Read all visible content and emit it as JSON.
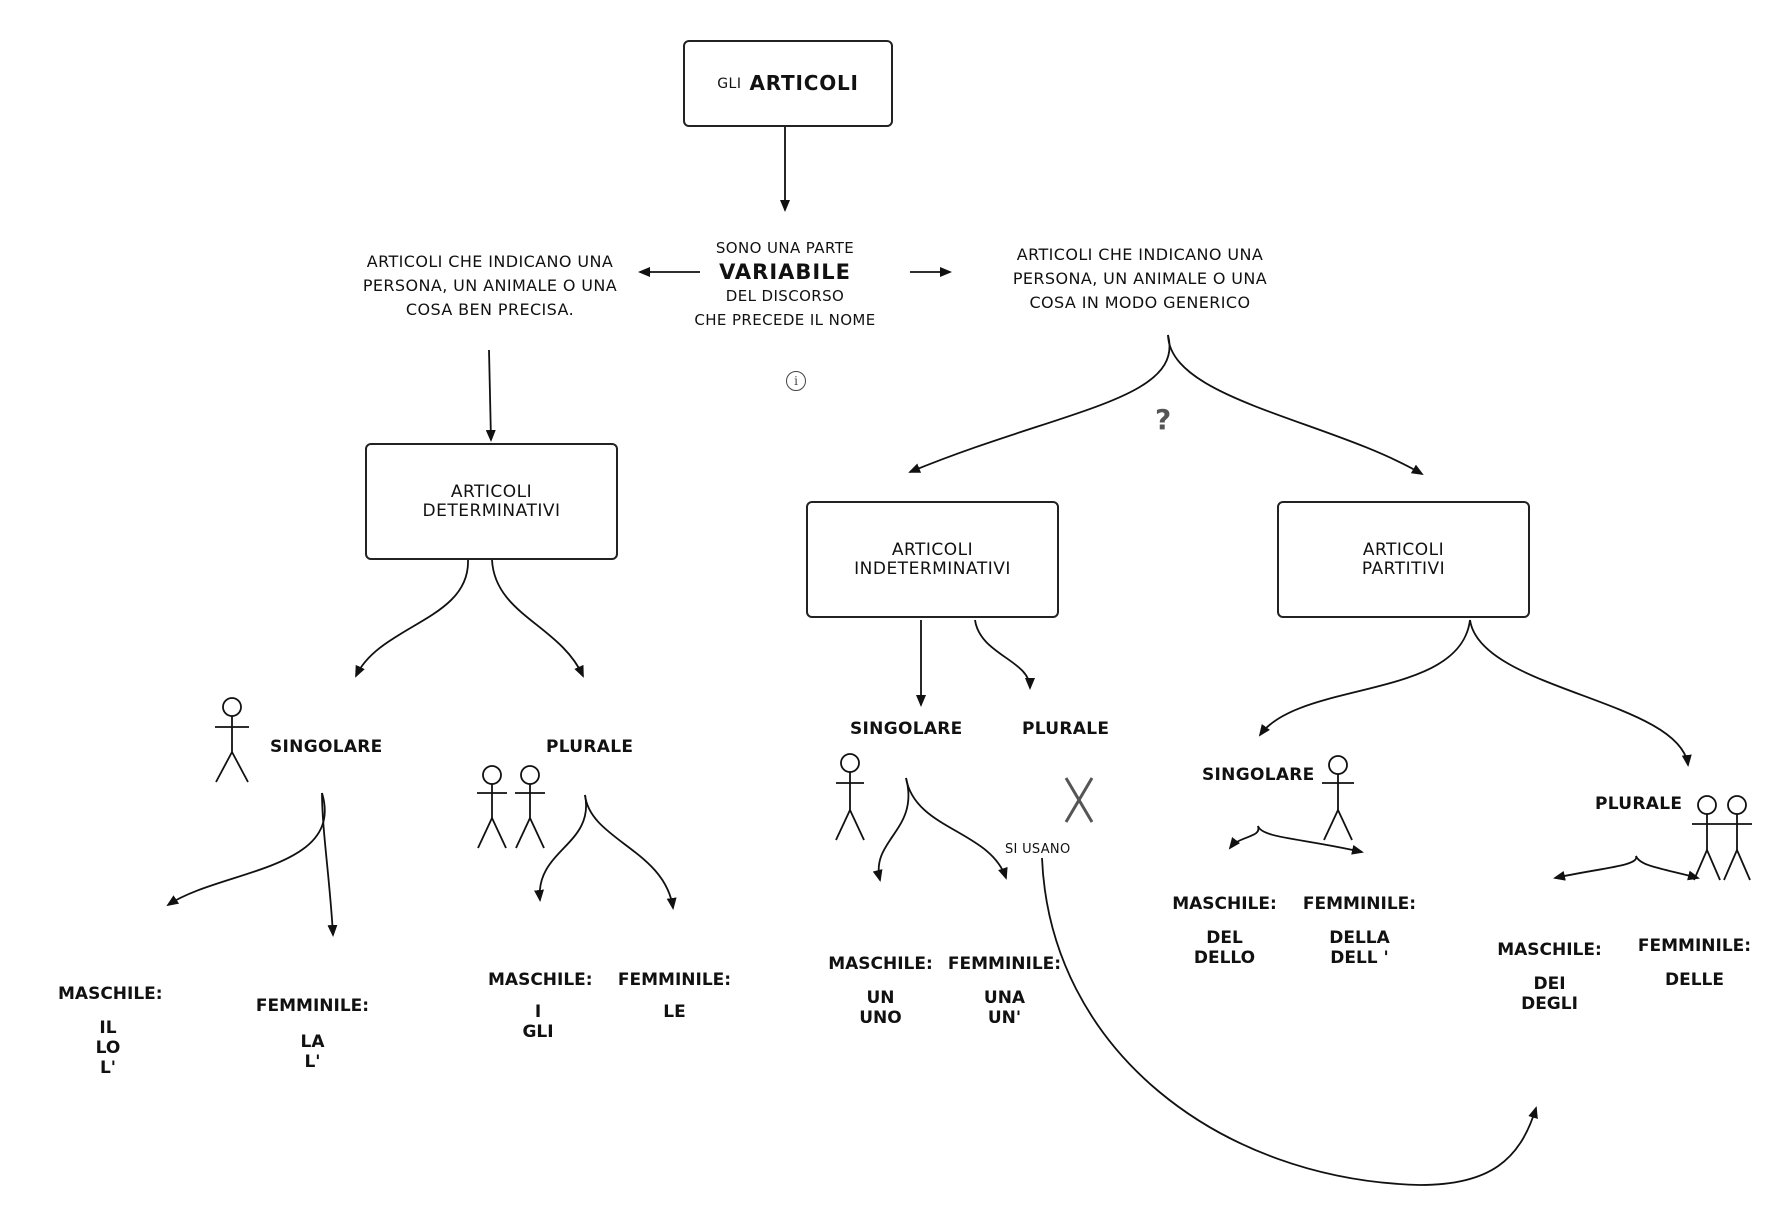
{
  "root": {
    "small": "GLI",
    "big": "ARTICOLI"
  },
  "center_text": {
    "line1": "SONO UNA PARTE",
    "line2": "VARIABILE",
    "line3": "DEL DISCORSO",
    "line4": "CHE PRECEDE IL NOME"
  },
  "left_desc": [
    "ARTICOLI CHE INDICANO UNA",
    "PERSONA, UN ANIMALE O UNA",
    "COSA  BEN PRECISA."
  ],
  "right_desc": [
    "ARTICOLI CHE INDICANO UNA",
    "PERSONA, UN ANIMALE O UNA",
    "COSA  IN MODO GENERICO"
  ],
  "question_mark": "?",
  "info_icon": "i",
  "determinativi": {
    "title": [
      "ARTICOLI",
      "DETERMINATIVI"
    ],
    "singolare": "SINGOLARE",
    "plurale": "PLURALE",
    "sing_maschile": {
      "label": "MASCHILE:",
      "items": [
        "IL",
        "LO",
        "L'"
      ]
    },
    "sing_femminile": {
      "label": "FEMMINILE:",
      "items": [
        "LA",
        "L'"
      ]
    },
    "plur_maschile": {
      "label": "MASCHILE:",
      "items": [
        "I",
        "GLI"
      ]
    },
    "plur_femminile": {
      "label": "FEMMINILE:",
      "items": [
        "LE"
      ]
    }
  },
  "indeterminativi": {
    "title": [
      "ARTICOLI",
      "INDETERMINATIVI"
    ],
    "singolare": "SINGOLARE",
    "plurale": "PLURALE",
    "si_usano": "SI USANO",
    "maschile": {
      "label": "MASCHILE:",
      "items": [
        "UN",
        "UNO"
      ]
    },
    "femminile": {
      "label": "FEMMINILE:",
      "items": [
        "UNA",
        "UN'"
      ]
    }
  },
  "partitivi": {
    "title": [
      "ARTICOLI",
      "PARTITIVI"
    ],
    "singolare": "SINGOLARE",
    "plurale": "PLURALE",
    "sing_maschile": {
      "label": "MASCHILE:",
      "items": [
        "DEL",
        "DELLO"
      ]
    },
    "sing_femminile": {
      "label": "FEMMINILE:",
      "items": [
        "DELLA",
        "DELL '"
      ]
    },
    "plur_maschile": {
      "label": "MASCHILE:",
      "items": [
        "DEI",
        "DEGLI"
      ]
    },
    "plur_femminile": {
      "label": "FEMMINILE:",
      "items": [
        "DELLE"
      ]
    }
  }
}
